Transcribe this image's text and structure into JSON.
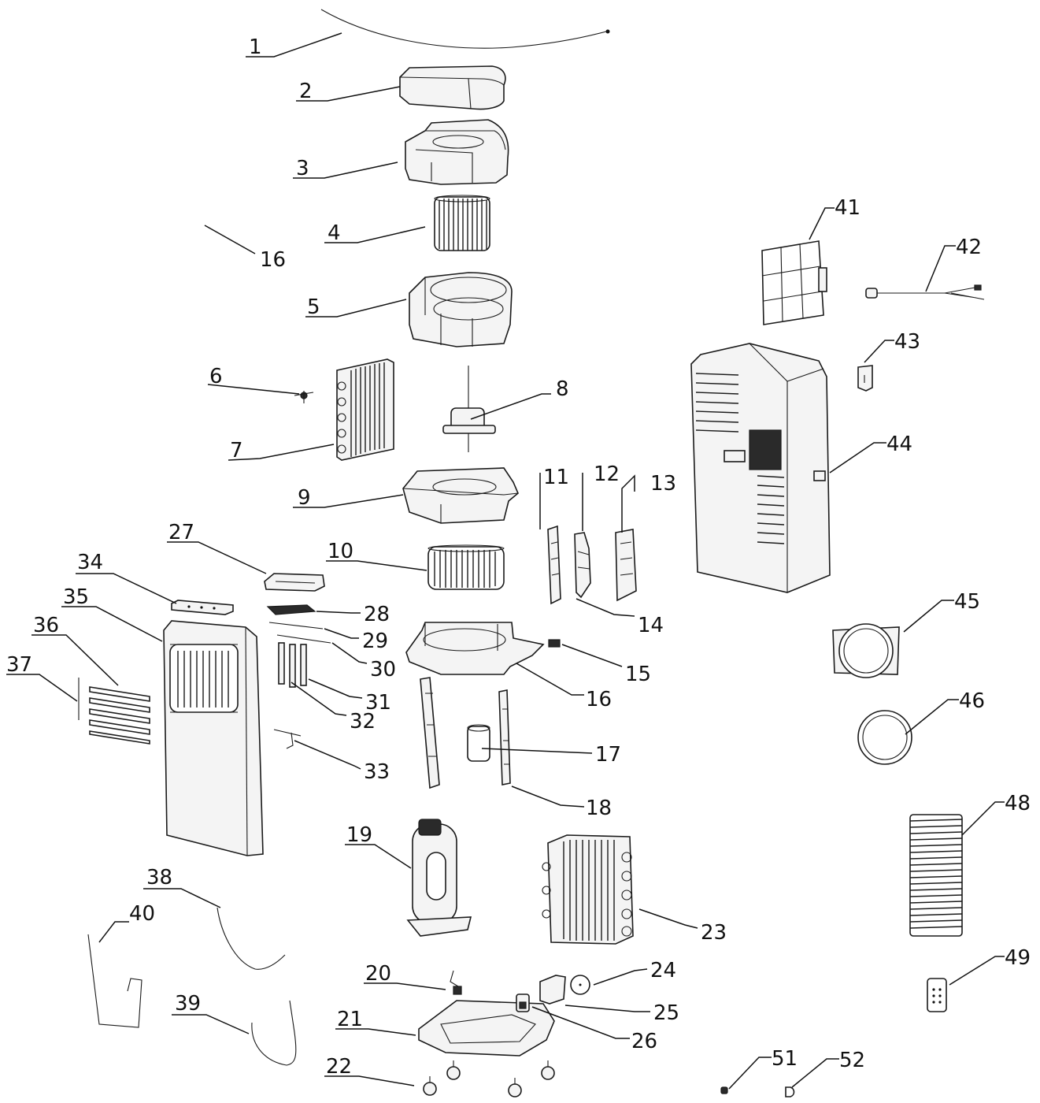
{
  "callouts": [
    {
      "id": "1",
      "label": "1"
    },
    {
      "id": "2",
      "label": "2"
    },
    {
      "id": "3",
      "label": "3"
    },
    {
      "id": "4",
      "label": "4"
    },
    {
      "id": "5",
      "label": "5"
    },
    {
      "id": "6",
      "label": "6"
    },
    {
      "id": "7",
      "label": "7"
    },
    {
      "id": "8",
      "label": "8"
    },
    {
      "id": "9",
      "label": "9"
    },
    {
      "id": "10",
      "label": "10"
    },
    {
      "id": "11",
      "label": "11"
    },
    {
      "id": "12",
      "label": "12"
    },
    {
      "id": "13",
      "label": "13"
    },
    {
      "id": "14",
      "label": "14"
    },
    {
      "id": "15",
      "label": "15"
    },
    {
      "id": "16a",
      "label": "16"
    },
    {
      "id": "16b",
      "label": "16"
    },
    {
      "id": "17",
      "label": "17"
    },
    {
      "id": "18",
      "label": "18"
    },
    {
      "id": "19",
      "label": "19"
    },
    {
      "id": "20",
      "label": "20"
    },
    {
      "id": "21",
      "label": "21"
    },
    {
      "id": "22",
      "label": "22"
    },
    {
      "id": "23",
      "label": "23"
    },
    {
      "id": "24",
      "label": "24"
    },
    {
      "id": "25",
      "label": "25"
    },
    {
      "id": "26",
      "label": "26"
    },
    {
      "id": "27",
      "label": "27"
    },
    {
      "id": "28",
      "label": "28"
    },
    {
      "id": "29",
      "label": "29"
    },
    {
      "id": "30",
      "label": "30"
    },
    {
      "id": "31",
      "label": "31"
    },
    {
      "id": "32",
      "label": "32"
    },
    {
      "id": "33",
      "label": "33"
    },
    {
      "id": "34",
      "label": "34"
    },
    {
      "id": "35",
      "label": "35"
    },
    {
      "id": "36",
      "label": "36"
    },
    {
      "id": "37",
      "label": "37"
    },
    {
      "id": "38",
      "label": "38"
    },
    {
      "id": "39",
      "label": "39"
    },
    {
      "id": "40",
      "label": "40"
    },
    {
      "id": "41",
      "label": "41"
    },
    {
      "id": "42",
      "label": "42"
    },
    {
      "id": "43",
      "label": "43"
    },
    {
      "id": "44",
      "label": "44"
    },
    {
      "id": "45",
      "label": "45"
    },
    {
      "id": "46",
      "label": "46"
    },
    {
      "id": "48",
      "label": "48"
    },
    {
      "id": "49",
      "label": "49"
    },
    {
      "id": "51",
      "label": "51"
    },
    {
      "id": "52",
      "label": "52"
    }
  ]
}
